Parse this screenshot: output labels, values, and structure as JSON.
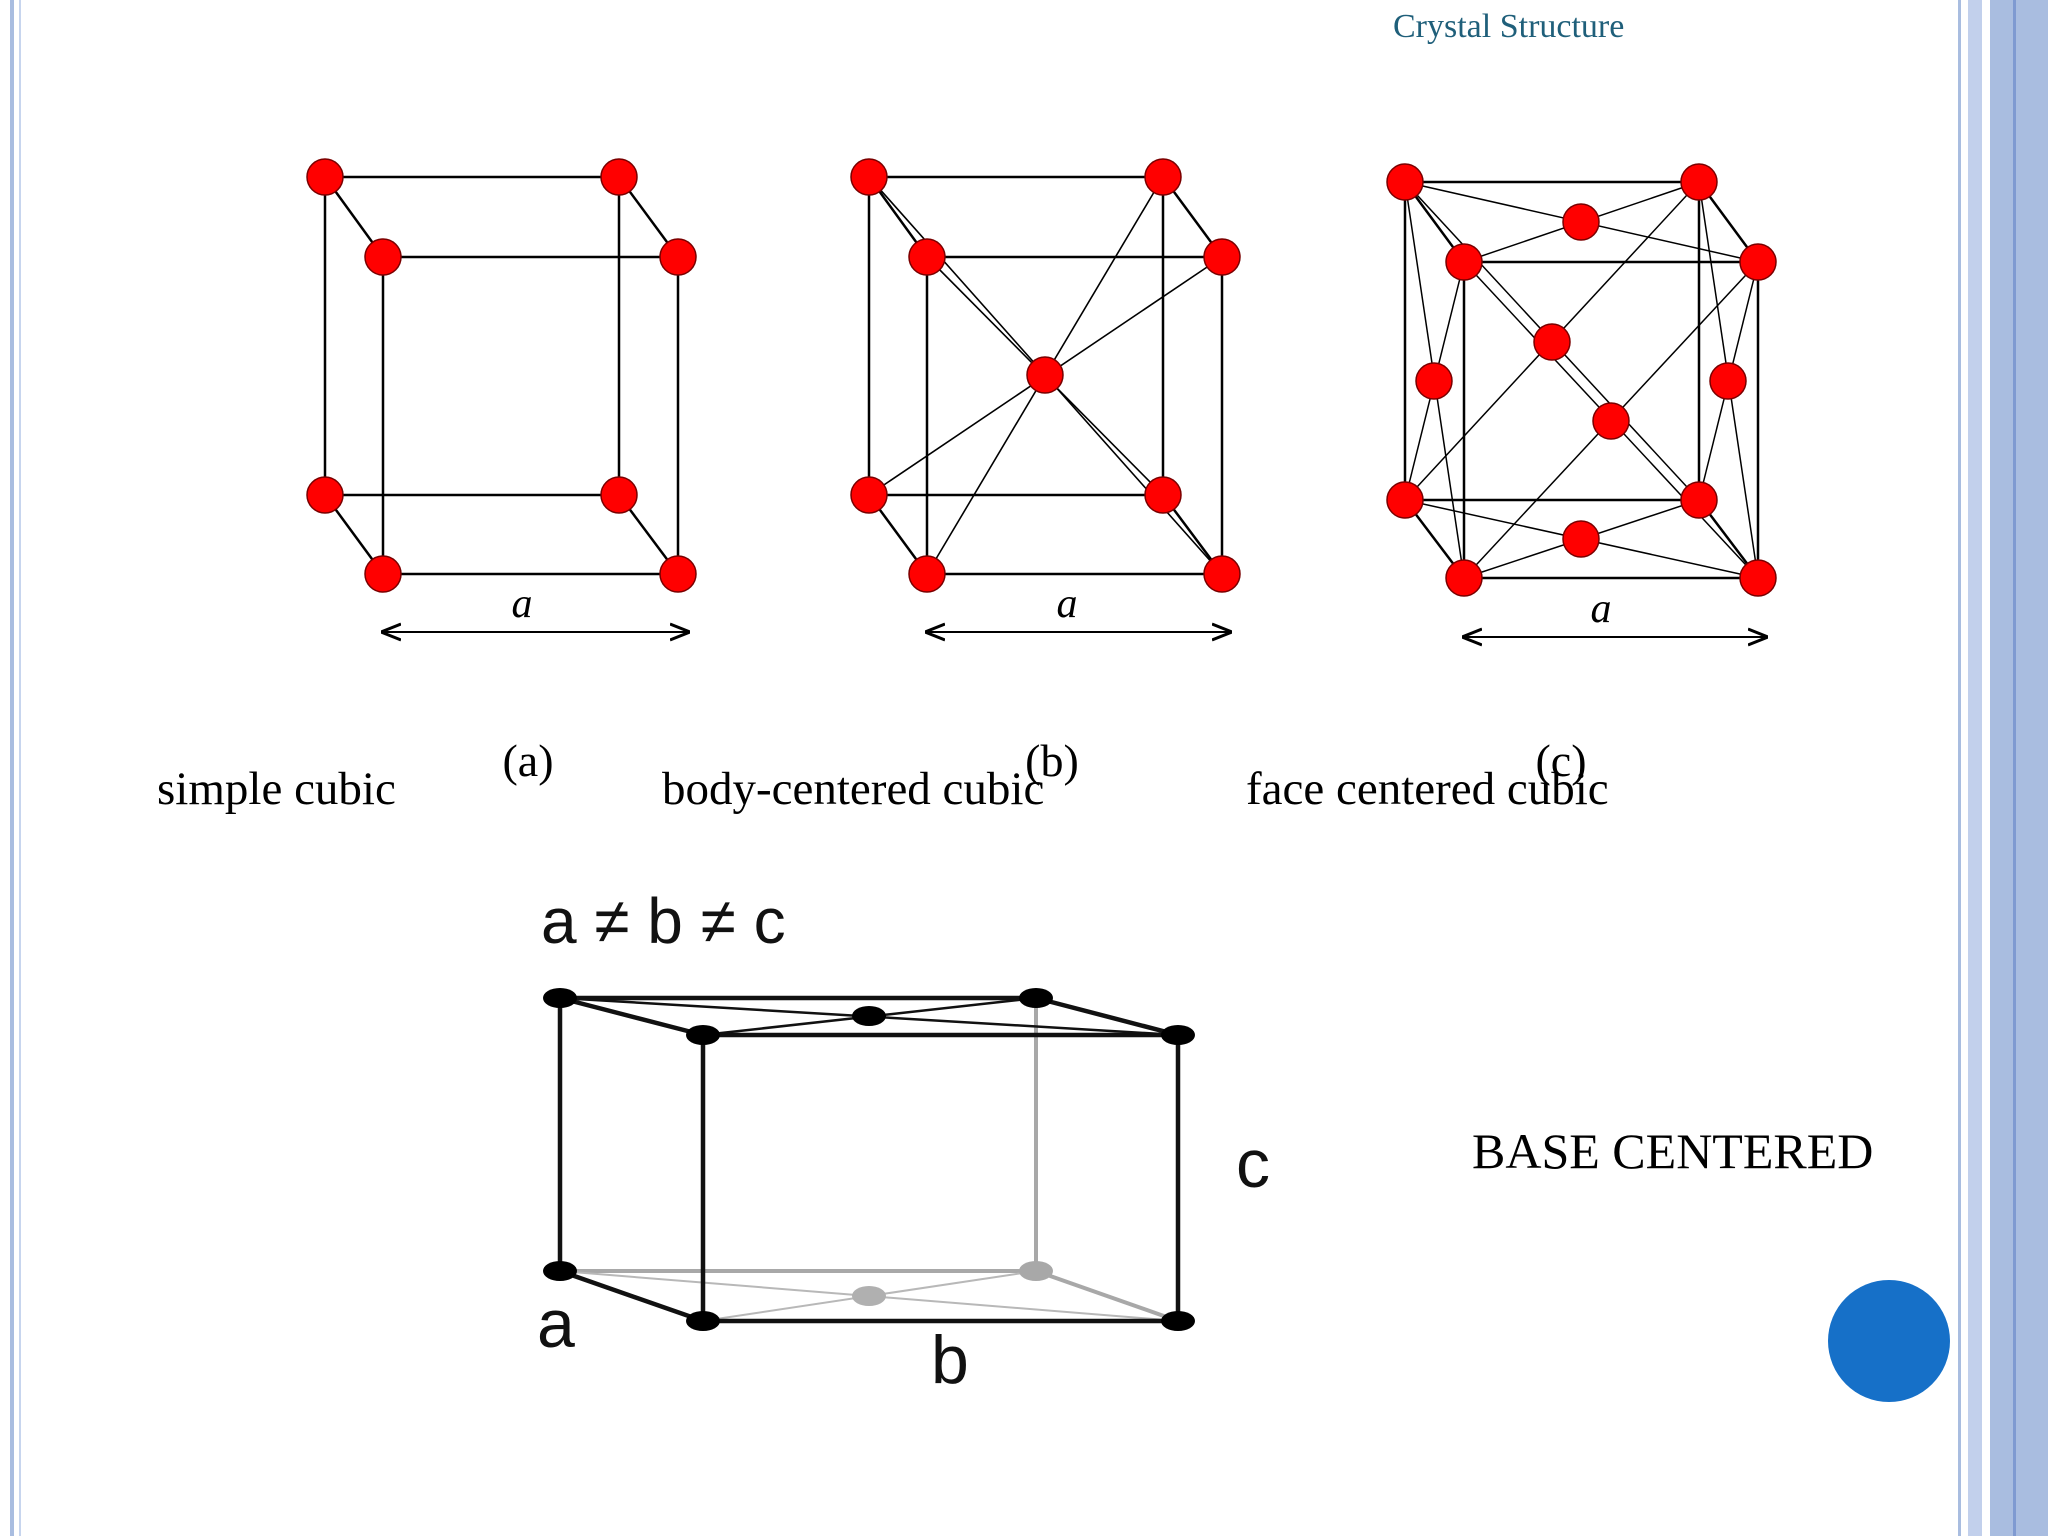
{
  "header": {
    "title": "Crystal Structure"
  },
  "figures": {
    "sc": {
      "dimension_label": "a",
      "panel_label": "(a)",
      "caption": "simple cubic"
    },
    "bcc": {
      "dimension_label": "a",
      "panel_label": "(b)",
      "caption": "body-centered cubic"
    },
    "fcc": {
      "dimension_label": "a",
      "panel_label": "(c)",
      "caption": "face centered cubic"
    },
    "base": {
      "inequality": "a ≠ b ≠ c",
      "label_a": "a",
      "label_b": "b",
      "label_c": "c",
      "caption": "BASE CENTERED"
    }
  },
  "colors": {
    "atom": "#ff0000",
    "atom_base": "#000000",
    "border": "#a9bde0",
    "title": "#1f5f7a",
    "nav_dot": "#1670c8"
  },
  "icons": {
    "nav": "circle-nav-icon"
  }
}
